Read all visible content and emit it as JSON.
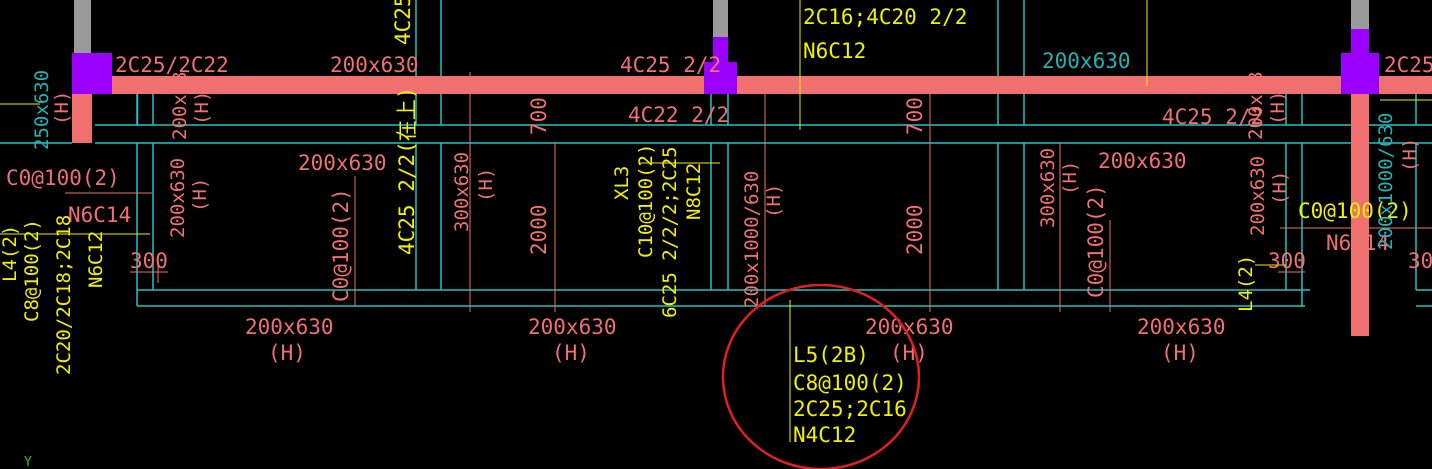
{
  "colors": {
    "background": "#000000",
    "beam_outline": "#22c3c3",
    "main_beam_fill": "#f07070",
    "column_fill": "#9b00ff",
    "column_stub": "#9a9a9a",
    "text_red": "#f07070",
    "text_yellow": "#f0f000",
    "text_teal": "#22b3b3",
    "annotation_circle": "#e02020"
  },
  "labels": {
    "top_left_main": "2C25/2C22",
    "top_mid_size": "200x630",
    "top_4c25": "4C25",
    "top_mid_main": "4C25 2/2",
    "top_right_main": "2C16;4C20 2/2",
    "top_right_n": "N6C12",
    "top_right_size": "200x630",
    "far_right_main": "2C25.",
    "left_col_size": "250x630",
    "left_col_h": "(H)",
    "inner_size_1": "200x63",
    "inner_h_1": "(H)",
    "bay1_size": "200x630",
    "bay1_4c25": "4C25 2/2(在上)",
    "left_stirrup": "C0@100(2)",
    "left_n": "N6C14",
    "bay1_vert_size": "200x630",
    "bay1_vert_h": "(H)",
    "left_l4": "L4(2)",
    "left_c8": "C8@100(2)",
    "left_2c20": "2C20/2C18;2C18",
    "left_n6": "N6C12",
    "dim_300_left": "300",
    "bay1_stirrup": "C0@100(2)",
    "bay2_size": "300x630",
    "bay2_h": "(H)",
    "dim_700_a": "700",
    "dim_2000_a": "2000",
    "bay2_4c22": "4C22 2/2",
    "xl3": "XL3",
    "xl3_stirrup": "C10@100(2)",
    "xl3_main": "6C25 2/2/2;2C25",
    "xl3_n": "N8C12",
    "bay3_size": "200x1000/630",
    "bay3_h": "(H)",
    "dim_700_b": "700",
    "dim_2000_b": "2000",
    "bay4_size": "300x630",
    "bay4_h": "(H)",
    "bay4_top": "200x630",
    "bay4_4c25": "4C25 2/2",
    "bay4_stirrup": "C0@100(2)",
    "inner_size_2": "200x63",
    "inner_h_2": "(H)",
    "bay5_size": "200x630",
    "bay5_h": "(H)",
    "right_stirrup": "C0@100(2)",
    "right_n": "N6C14",
    "right_l4": "L4(2)",
    "dim_300_right": "300",
    "dim_30": "30",
    "right_col_size": "200x1000/630",
    "right_col_h": "(H)",
    "bot_size_1": "200x630",
    "bot_h_1": "(H)",
    "bot_size_2": "200x630",
    "bot_h_2": "(H)",
    "bot_size_3": "200x630",
    "bot_h_3": "(H)",
    "bot_size_4": "200x630",
    "bot_h_4": "(H)",
    "l5": "L5(2B)",
    "l5_stirrup": "C8@100(2)",
    "l5_main": "2C25;2C16",
    "l5_n": "N4C12",
    "axis_y": "Y"
  }
}
